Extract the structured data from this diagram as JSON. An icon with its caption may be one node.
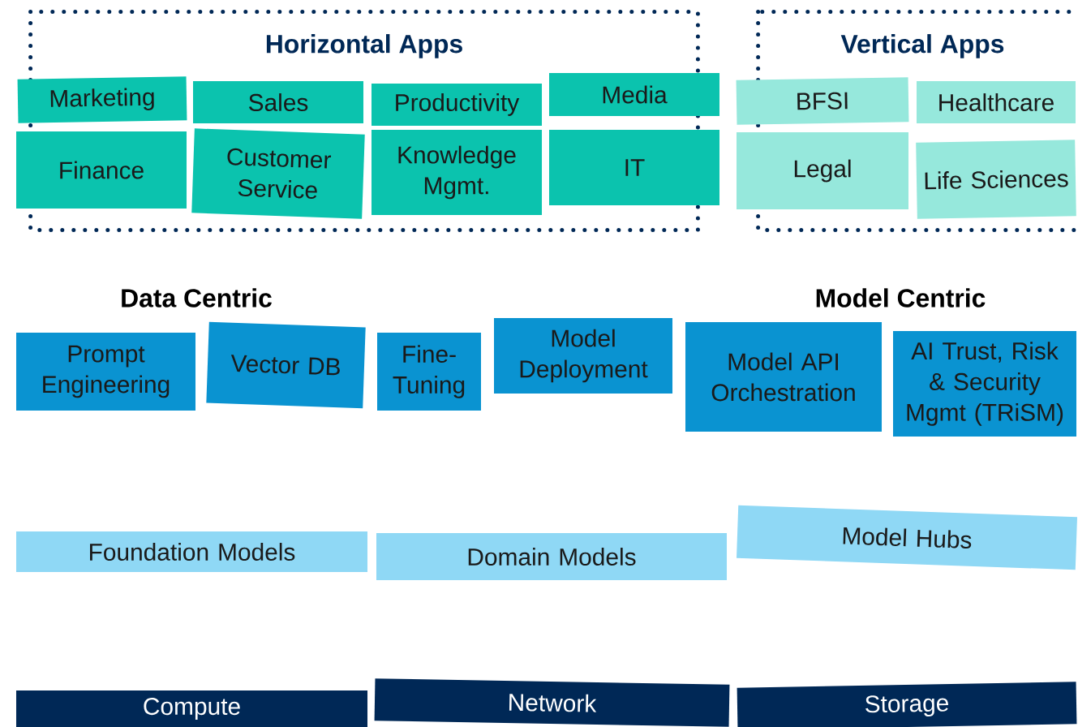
{
  "diagram": {
    "nodes": [
      {
        "text": [
          "Horizontal Apps"
        ]
      },
      {
        "text": [
          "Marketing"
        ],
        "in": 0
      },
      {
        "text": [
          "Sales"
        ],
        "in": 0
      },
      {
        "text": [
          "Productivity"
        ],
        "in": 0
      },
      {
        "text": [
          "Media"
        ],
        "in": 0
      },
      {
        "text": [
          "Finance"
        ],
        "in": 0
      },
      {
        "text": [
          "Customer Service"
        ],
        "in": 0
      },
      {
        "text": [
          "Knowledge Mgmt."
        ],
        "in": 0
      },
      {
        "text": [
          "IT"
        ],
        "in": 0
      },
      {
        "text": [
          "Vertical Apps"
        ]
      },
      {
        "text": [
          "BFSI"
        ],
        "in": 9
      },
      {
        "text": [
          "Healthcare"
        ],
        "in": 9
      },
      {
        "text": [
          "Legal"
        ],
        "in": 9
      },
      {
        "text": [
          "Life Sciences"
        ],
        "in": 9
      },
      {
        "text": [
          "Prompt Engineering"
        ]
      },
      {
        "text": [
          "Vector DB"
        ]
      },
      {
        "text": [
          "Fine-Tuning"
        ]
      },
      {
        "text": [
          "Model Deployment"
        ]
      },
      {
        "text": [
          "Model API Orchestration"
        ]
      },
      {
        "text": [
          "AI Trust, Risk & Security Mgmt (TRiSM)"
        ]
      },
      {
        "text": [
          "Foundation Models"
        ]
      },
      {
        "text": [
          "Domain Models"
        ]
      },
      {
        "text": [
          "Model Hubs"
        ]
      },
      {
        "text": [
          "Compute"
        ]
      },
      {
        "text": [
          "Network"
        ]
      },
      {
        "text": [
          "Storage"
        ]
      }
    ],
    "labels": [
      "Data Centric",
      "Model Centric"
    ]
  }
}
